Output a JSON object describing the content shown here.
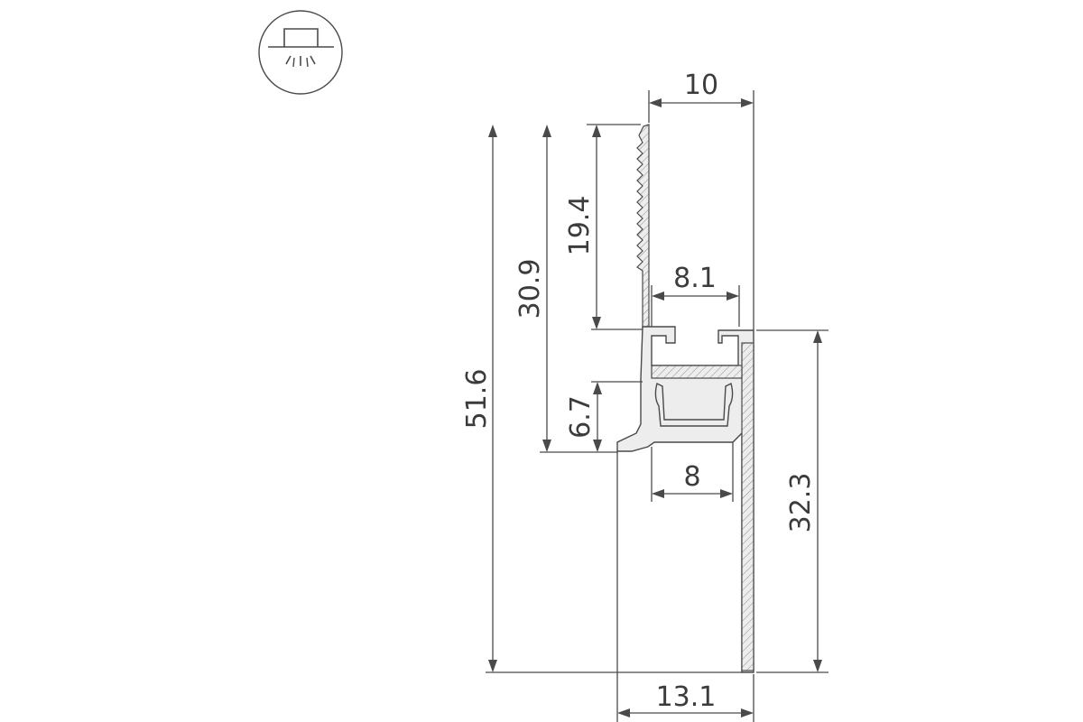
{
  "diagram": {
    "icon": "recessed-ceiling-light-icon",
    "colors": {
      "line": "#4a4a4a",
      "text": "#3c3c3c",
      "fill": "#ededed"
    },
    "dimensions": {
      "top_width": "10",
      "inner_channel_width": "8.1",
      "flange_height": "19.4",
      "channel_depth": "30.9",
      "total_height": "51.6",
      "lip_height": "6.7",
      "diffuser_width": "8",
      "wall_height": "32.3",
      "bottom_width": "13.1"
    }
  }
}
